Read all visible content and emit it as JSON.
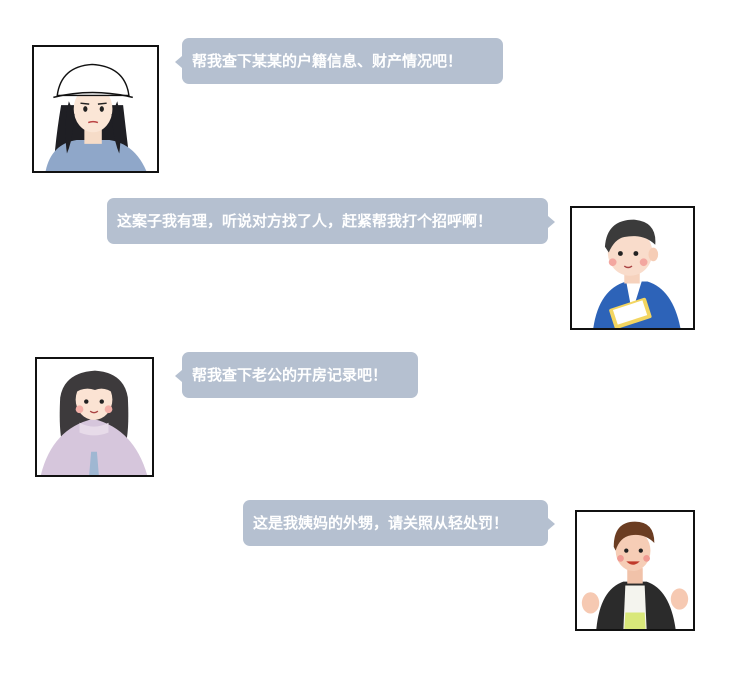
{
  "colors": {
    "bubble": "#b5c0d0",
    "bubble_text": "#ffffff",
    "avatar_border": "#111111",
    "background": "#ffffff"
  },
  "messages": [
    {
      "side": "left",
      "avatar": "woman-bucket-hat-avatar",
      "text": "帮我查下某某的户籍信息、财产情况吧！"
    },
    {
      "side": "right",
      "avatar": "man-blue-suit-avatar",
      "text": "这案子我有理，听说对方找了人，赶紧帮我打个招呼啊！"
    },
    {
      "side": "left",
      "avatar": "girl-lilac-cape-avatar",
      "text": "帮我查下老公的开房记录吧！"
    },
    {
      "side": "right",
      "avatar": "young-man-jacket-avatar",
      "text": "这是我姨妈的外甥，请关照从轻处罚！"
    }
  ]
}
